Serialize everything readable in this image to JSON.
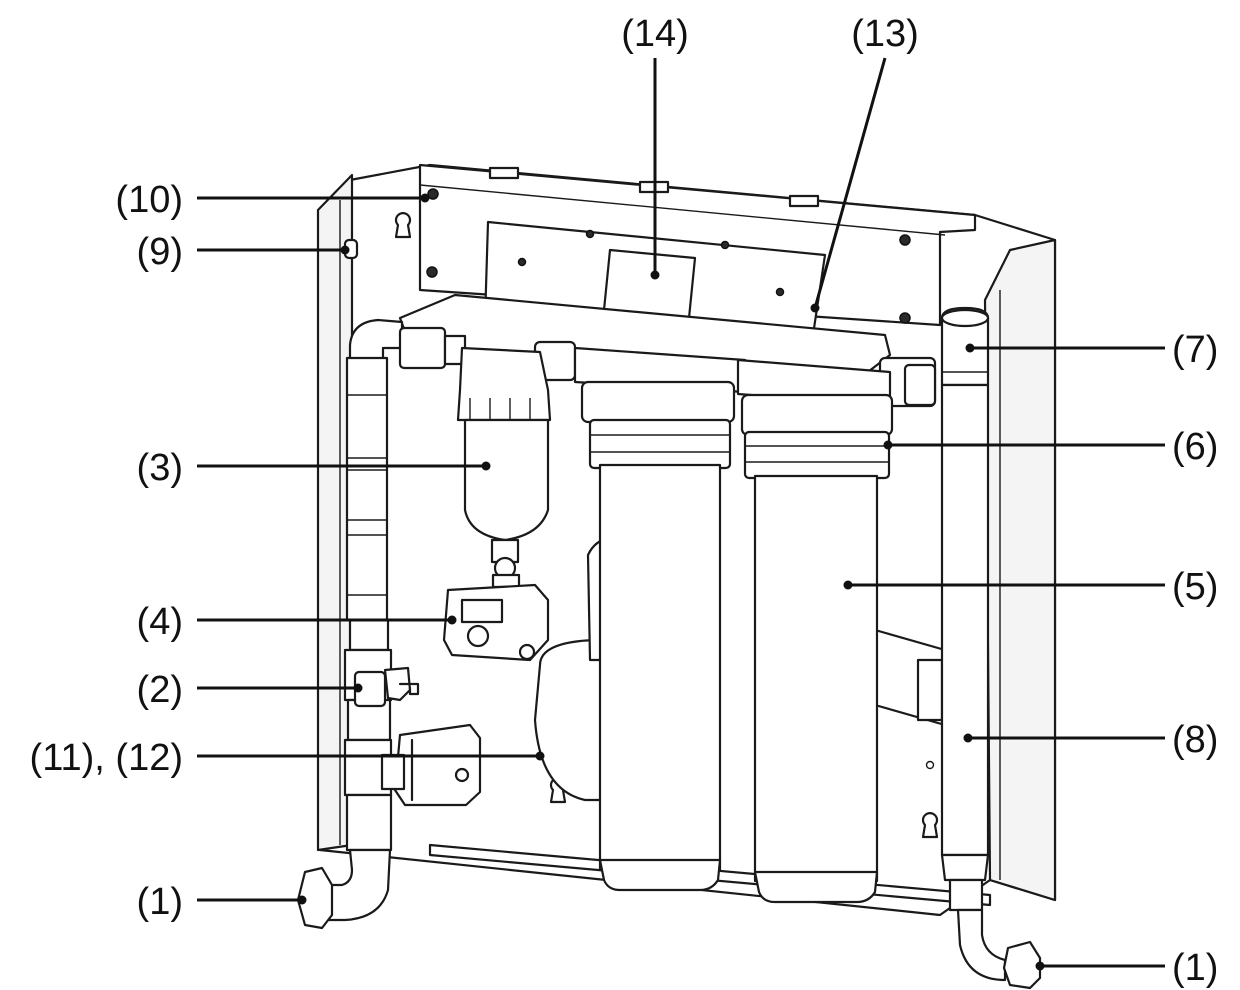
{
  "callouts": {
    "c14": "(14)",
    "c13": "(13)",
    "c10": "(10)",
    "c9": "(9)",
    "c7": "(7)",
    "c6": "(6)",
    "c3": "(3)",
    "c5": "(5)",
    "c4": "(4)",
    "c2": "(2)",
    "c8": "(8)",
    "c11_12": "(11), (12)",
    "c1_left": "(1)",
    "c1_right": "(1)"
  }
}
